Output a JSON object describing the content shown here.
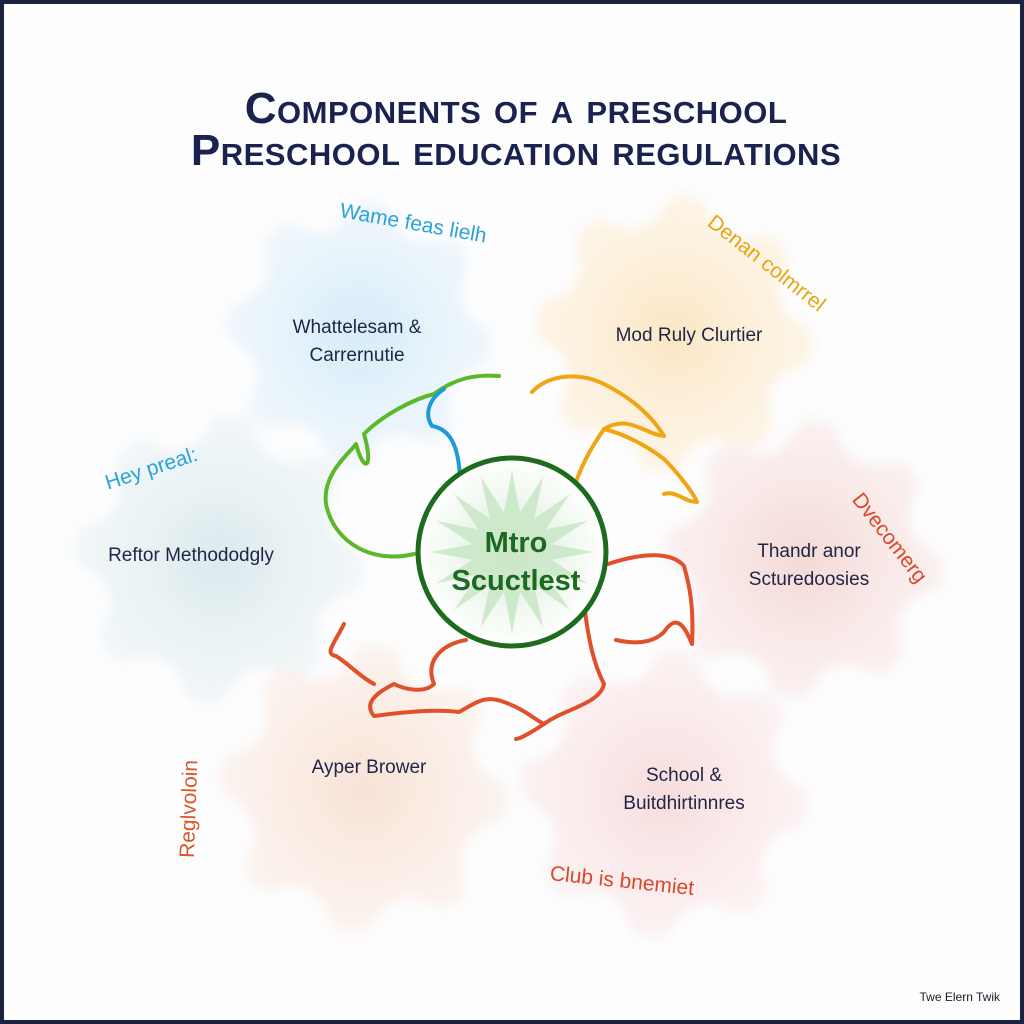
{
  "title_line1": "Components of a preschool",
  "title_line2": "Preschool education regulations",
  "center": {
    "line1": "Mtro",
    "line2": "Scuctlest"
  },
  "segments": [
    {
      "key": "top-left",
      "lines": [
        "Whattelesam &",
        "Carrernutie"
      ],
      "annotation": "Wame feas lielh",
      "color": "#2aa3d8"
    },
    {
      "key": "top-right",
      "lines": [
        "Mod Ruly Clurtier"
      ],
      "annotation": "Denan colmrrel",
      "color": "#e8a411"
    },
    {
      "key": "left",
      "lines": [
        "Reftor Methododgly"
      ],
      "annotation": "Hey preal:",
      "color": "#2aa3d8"
    },
    {
      "key": "right",
      "lines": [
        "Thandr anor",
        "Scturedoosies"
      ],
      "annotation": "Dvecomerg",
      "color": "#d9482a"
    },
    {
      "key": "bottom-left",
      "lines": [
        "Ayper Brower"
      ],
      "annotation": "Reglvoloin",
      "color": "#d9582a"
    },
    {
      "key": "bottom-right",
      "lines": [
        "School &",
        "Buitdhirtinnres"
      ],
      "annotation": "Club is bnemiet",
      "color": "#d9482a"
    }
  ],
  "footer": "Twe Elern Twik",
  "colors": {
    "green": "#5cb82a",
    "blue": "#1f9ad6",
    "orange": "#f0a614",
    "red": "#e0502a",
    "center_ring": "#1e6b1e",
    "title": "#1a2350"
  }
}
